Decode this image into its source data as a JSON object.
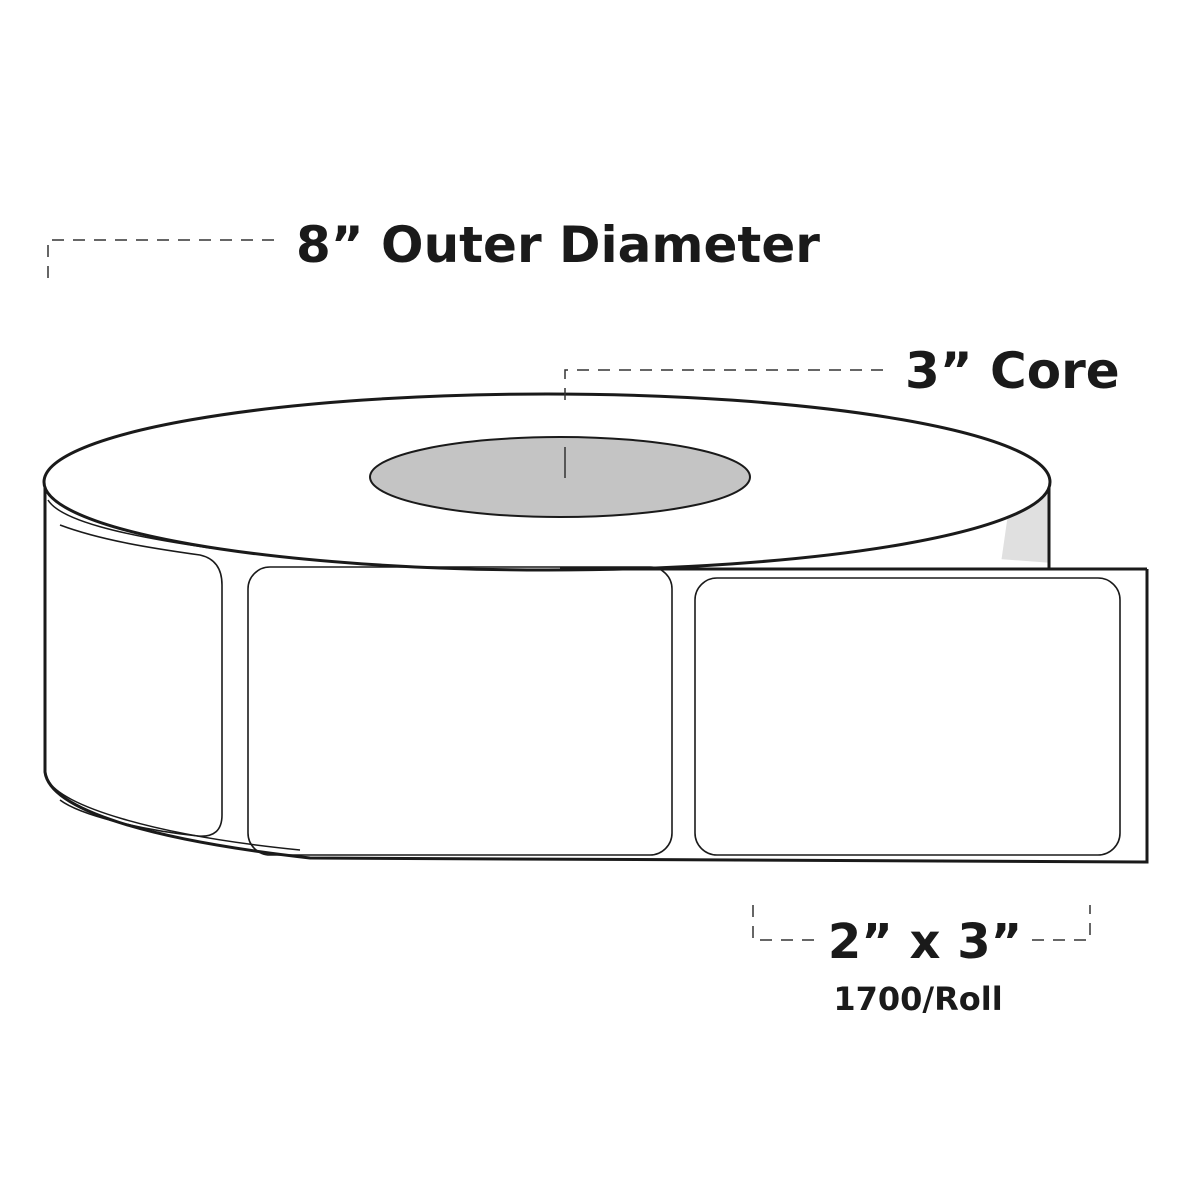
{
  "annotations": {
    "outer_diameter": "8” Outer Diameter",
    "core": "3” Core",
    "label_size": "2” x 3”",
    "quantity": "1700/Roll"
  },
  "colors": {
    "stroke": "#1a1a1a",
    "core_fill": "#c4c4c4",
    "side_shade": "#e0e0e0"
  }
}
